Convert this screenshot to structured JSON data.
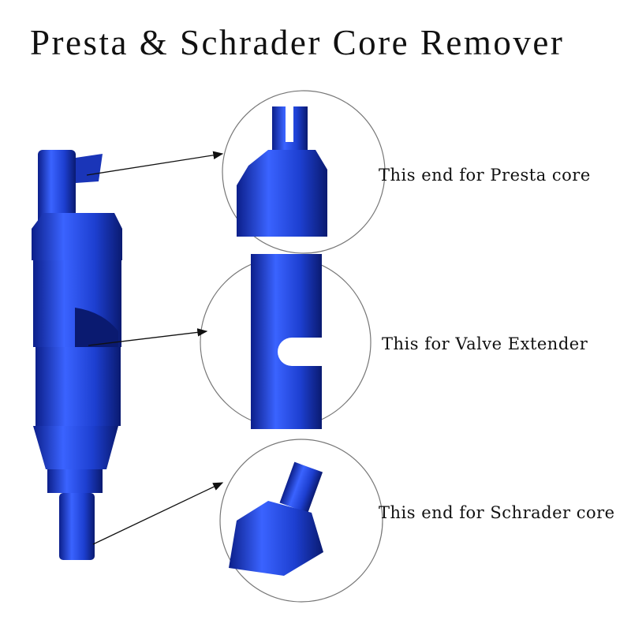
{
  "title": "Presta & Schrader Core Remover",
  "labels": {
    "presta": "This end for Presta core",
    "valve": "This for Valve Extender",
    "schrader": "This end for Schrader core"
  },
  "colors": {
    "tool_blue": "#1d3fd0",
    "tool_dark": "#0c1f8a",
    "tool_light": "#4b74ff"
  }
}
